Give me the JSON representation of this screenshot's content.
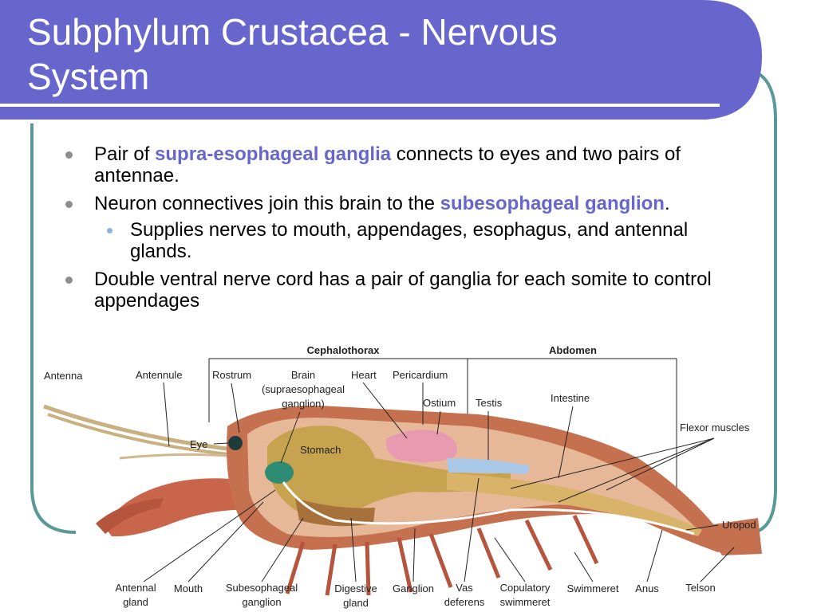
{
  "slide": {
    "title_line1": "Subphylum Crustacea - Nervous",
    "title_line2": "System",
    "colors": {
      "title_bar": "#6666cc",
      "frame": "#5a9a96",
      "highlight": "#6666cc"
    }
  },
  "bullets": {
    "b1": {
      "pre": "Pair of ",
      "hl": "supra-esophageal ganglia",
      "post": " connects to  eyes and two pairs of antennae."
    },
    "b2": {
      "pre": "Neuron connectives join this brain to the ",
      "hl": "subesophageal ganglion",
      "post": "."
    },
    "b2_sub": {
      "text": "Supplies nerves to mouth, appendages, esophagus, and antennal glands."
    },
    "b3": {
      "text": "Double ventral nerve cord has a pair of ganglia for each somite to control appendages"
    }
  },
  "diagram": {
    "regions": {
      "cephalothorax": "Cephalothorax",
      "abdomen": "Abdomen"
    },
    "top_labels": {
      "antenna": "Antenna",
      "antennule": "Antennule",
      "rostrum": "Rostrum",
      "brain_1": "Brain",
      "brain_2": "(supraesophageal",
      "brain_3": "ganglion)",
      "heart": "Heart",
      "pericardium": "Pericardium",
      "ostium": "Ostium",
      "testis": "Testis",
      "intestine": "Intestine",
      "flexor": "Flexor muscles",
      "eye": "Eye",
      "stomach": "Stomach",
      "uropod": "Uropod"
    },
    "bottom_labels": {
      "antennal_gland_1": "Antennal",
      "antennal_gland_2": "gland",
      "mouth": "Mouth",
      "subeso_1": "Subesophageal",
      "subeso_2": "ganglion",
      "digestive_1": "Digestive",
      "digestive_2": "gland",
      "ganglion": "Ganglion",
      "vas_1": "Vas",
      "vas_2": "deferens",
      "copulatory_1": "Copulatory",
      "copulatory_2": "swimmeret",
      "swimmeret": "Swimmeret",
      "anus": "Anus",
      "telson": "Telson"
    }
  }
}
